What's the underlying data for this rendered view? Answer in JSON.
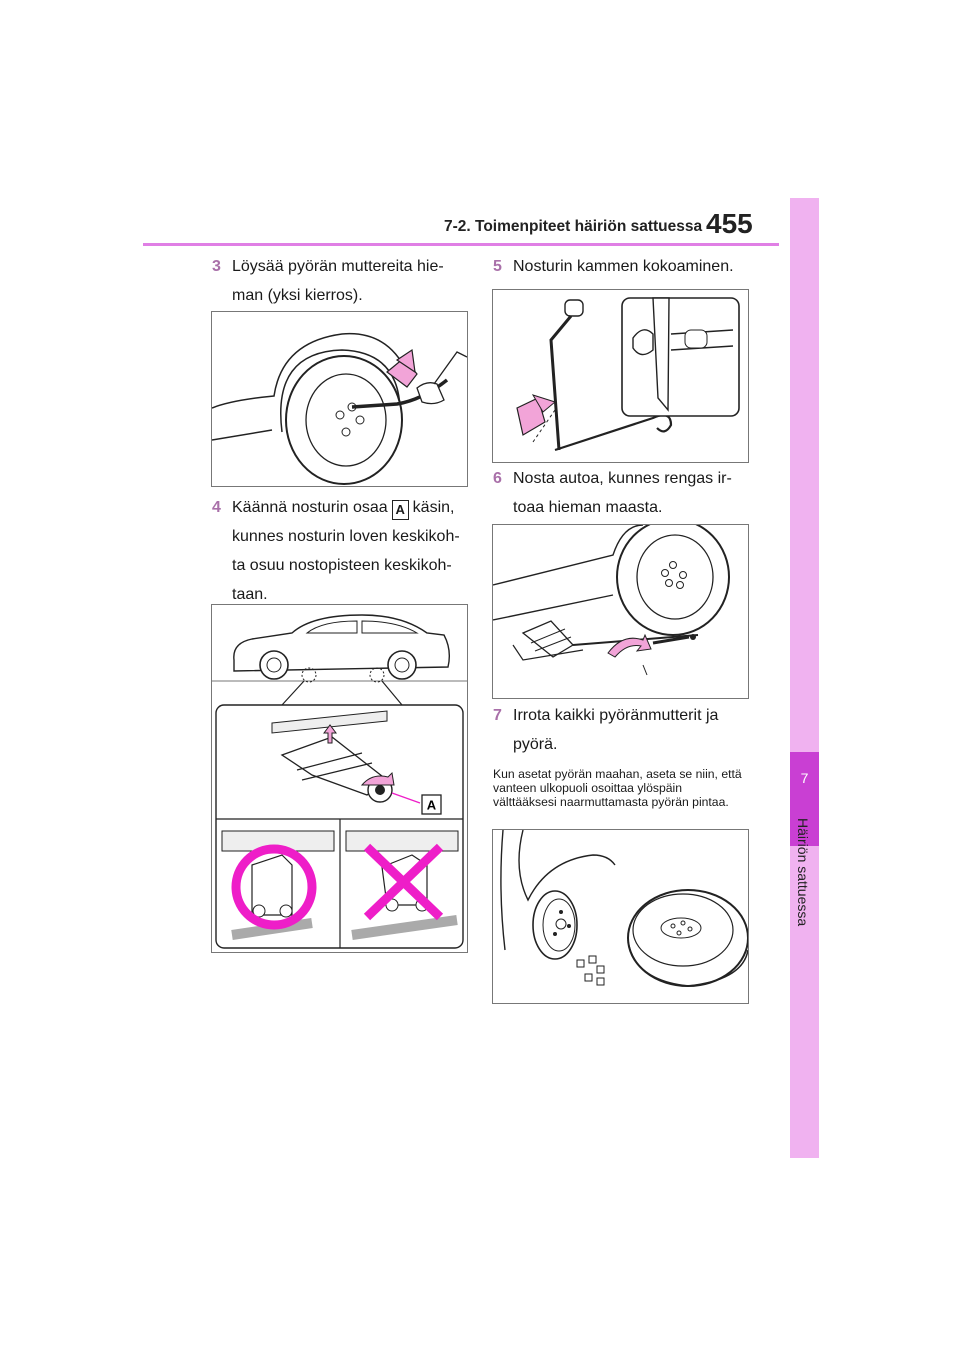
{
  "header": {
    "section_title": "7-2. Toimenpiteet häiriön sattuessa",
    "page_number": "455"
  },
  "side_tab": {
    "chapter_number": "7",
    "chapter_label": "Häiriön sattuessa"
  },
  "steps": [
    {
      "number": "3",
      "lines": [
        "Löysää pyörän muttereita hie-",
        "man (yksi kierros)."
      ]
    },
    {
      "number": "4",
      "line1_before": "Käännä nosturin osaa",
      "marker": "A",
      "line1_after": "käsin,",
      "lines": [
        "kunnes nosturin loven keskikoh-",
        "ta osuu nostopisteen keskikoh-",
        "taan."
      ]
    },
    {
      "number": "5",
      "lines": [
        "Nosturin kammen kokoaminen."
      ]
    },
    {
      "number": "6",
      "lines": [
        "Nosta autoa, kunnes rengas ir-",
        "toaa hieman maasta."
      ]
    },
    {
      "number": "7",
      "lines": [
        "Irrota kaikki pyöränmutterit ja",
        "pyörä."
      ]
    }
  ],
  "note": "Kun asetat pyörän maahan, aseta se niin, että vanteen ulkopuoli osoittaa ylöspäin välttääksesi naarmuttamasta pyörän pintaa.",
  "figure_labels": {
    "jack_callout": "A"
  },
  "colors": {
    "accent": "#e07fe5",
    "tab": "#f0b2f0",
    "tab_dark": "#c93fd3",
    "arrow_pink": "#f2a4d8",
    "magenta": "#ee1ec8"
  }
}
